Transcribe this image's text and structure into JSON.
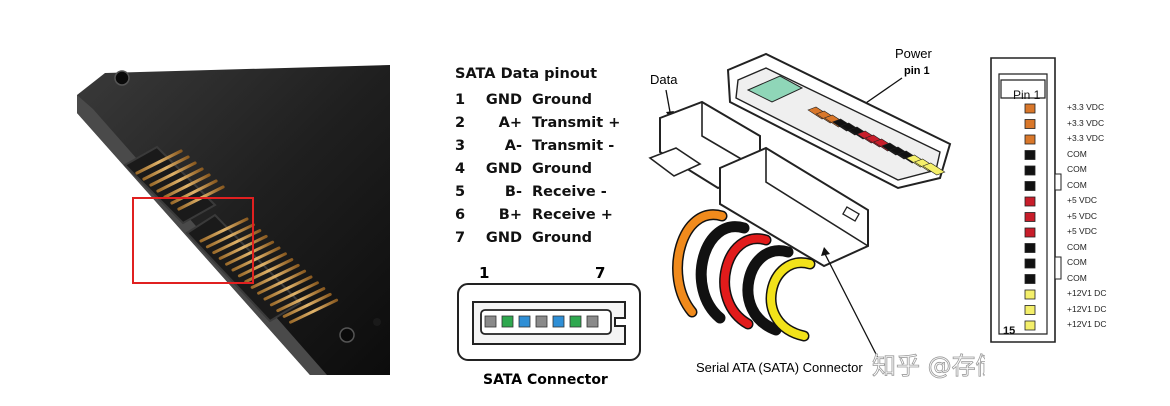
{
  "pinout": {
    "title": "SATA Data pinout",
    "rows": [
      {
        "num": "1",
        "name": "GND",
        "desc": "Ground"
      },
      {
        "num": "2",
        "name": "A+",
        "desc": "Transmit +"
      },
      {
        "num": "3",
        "name": "A-",
        "desc": "Transmit -"
      },
      {
        "num": "4",
        "name": "GND",
        "desc": "Ground"
      },
      {
        "num": "5",
        "name": "B-",
        "desc": "Receive -"
      },
      {
        "num": "6",
        "name": "B+",
        "desc": "Receive +"
      },
      {
        "num": "7",
        "name": "GND",
        "desc": "Ground"
      }
    ]
  },
  "connector": {
    "pin_first": "1",
    "pin_last": "7",
    "caption": "SATA Connector",
    "pin_colors": [
      "#8a8a8a",
      "#2fa84f",
      "#2f8fd6",
      "#8a8a8a",
      "#2f8fd6",
      "#2fa84f",
      "#8a8a8a"
    ]
  },
  "cable": {
    "data_label": "Data",
    "power_label": "Power",
    "power_pin_label": "pin 1",
    "caption": "Serial ATA (SATA) Connector",
    "wire_colors": [
      "#f08a1c",
      "#111111",
      "#e11b1b",
      "#111111",
      "#f2e21a"
    ]
  },
  "power_pins": {
    "first_label": "Pin 1",
    "last_label": "15",
    "pins": [
      {
        "label": "+3.3 VDC",
        "color": "#d9772a"
      },
      {
        "label": "+3.3 VDC",
        "color": "#d9772a"
      },
      {
        "label": "+3.3 VDC",
        "color": "#d9772a"
      },
      {
        "label": "COM",
        "color": "#111111"
      },
      {
        "label": "COM",
        "color": "#111111"
      },
      {
        "label": "COM",
        "color": "#111111"
      },
      {
        "label": "+5 VDC",
        "color": "#c81d2a"
      },
      {
        "label": "+5 VDC",
        "color": "#c81d2a"
      },
      {
        "label": "+5 VDC",
        "color": "#c81d2a"
      },
      {
        "label": "COM",
        "color": "#111111"
      },
      {
        "label": "COM",
        "color": "#111111"
      },
      {
        "label": "COM",
        "color": "#111111"
      },
      {
        "label": "+12V1 DC",
        "color": "#f4ef6a"
      },
      {
        "label": "+12V1 DC",
        "color": "#f4ef6a"
      },
      {
        "label": "+12V1 DC",
        "color": "#f4ef6a"
      }
    ]
  },
  "watermark": "知乎 @存储大牛",
  "highlight_color": "#e02020"
}
